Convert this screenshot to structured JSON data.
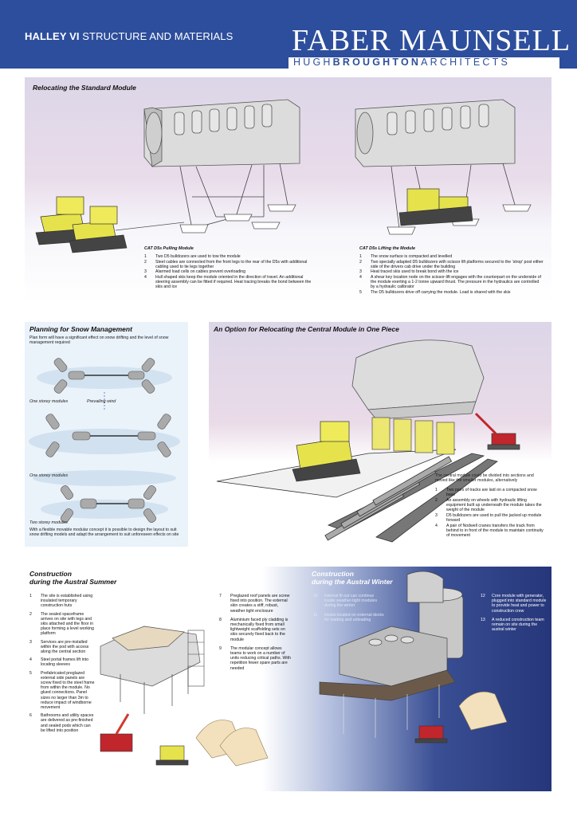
{
  "header": {
    "title_bold": "HALLEY VI",
    "title_rest": " STRUCTURE AND MATERIALS",
    "logo_main": "FABER MAUNSELL",
    "logo_sub_a": "HUGH",
    "logo_sub_b": "BROUGHTON",
    "logo_sub_c": "ARCHITECTS"
  },
  "relocate": {
    "title": "Relocating the Standard Module",
    "left_caption": "CAT D5s Pulling Module",
    "left_items": [
      {
        "n": "1",
        "t": "Two D5 bulldozers are used to tow the module"
      },
      {
        "n": "2",
        "t": "Steel cables are connected from the front legs to the rear of the D5s with additional cabling used to tie legs together"
      },
      {
        "n": "3",
        "t": "Alarmed load cells on cables prevent overloading"
      },
      {
        "n": "4",
        "t": "Hull shaped skis keep the module oriented in the direction of travel. An additional steering assembly can be fitted if required. Heat tracing breaks the bond between the skis and ice"
      }
    ],
    "right_caption": "CAT D5s Lifting the Module",
    "right_items": [
      {
        "n": "1",
        "t": "The snow surface is compacted and levelled"
      },
      {
        "n": "2",
        "t": "Two specially adapted D5 bulldozers with scissor lift platforms secured to the 'strop' post either side of the drivers cab drive under the building"
      },
      {
        "n": "3",
        "t": "Heat traced skis used to break bond with the ice"
      },
      {
        "n": "4",
        "t": "A shear key location node on the scissor-lift engages with the counterpart on the underside of the module exerting a 1-2 tonne upward thrust. The pressure in the hydraulics are controlled by a hydraulic calibrator"
      },
      {
        "n": "5",
        "t": "The D5 bulldozers drive off carrying the module. Load is shared with the skis"
      }
    ]
  },
  "snow": {
    "title": "Planning for Snow Management",
    "intro": "Plan form will have a significant effect on snow drifting and the level of snow management required",
    "label1": "One storey modules",
    "wind": "Prevailing wind",
    "label2": "One storey modules",
    "label3": "Two storey modules",
    "outro": "With a flexible movable modular concept it is possible to design the layout to suit snow drifting models and adapt the arrangement to suit unforeseen effects on site"
  },
  "central": {
    "title": "An Option for Relocating the Central Module in One Piece",
    "intro": "The central module could be divided into sections and moved like the smaller modules, alternatively",
    "items": [
      {
        "n": "1",
        "t": "Two pairs of tracks are laid on a compacted snow base"
      },
      {
        "n": "2",
        "t": "An assembly on wheels with hydraulic lifting equipment built up underneath the module takes the weight of the module"
      },
      {
        "n": "3",
        "t": "D5 bulldozers are used to pull the jacked up module forward"
      },
      {
        "n": "4",
        "t": "A pair of Nodwell cranes transfers the track from behind to in front of the module to maintain continuity of movement"
      }
    ]
  },
  "summer": {
    "title1": "Construction",
    "title2": "during the Austral Summer",
    "col1": [
      {
        "n": "1",
        "t": "The site is established using insulated temporary construction huts"
      },
      {
        "n": "2",
        "t": "The sealed spaceframe arrives on site with legs and skis attached and the floor in place forming a level working platform"
      },
      {
        "n": "3",
        "t": "Services are pre-installed within the pod with access along the central section"
      },
      {
        "n": "4",
        "t": "Steel portal frames lift into locating sleeves"
      },
      {
        "n": "5",
        "t": "Prefabricated preglazed external side panels are screw fixed to the steel frame from within the module. No glued connections. Panel sizes no larger than 3m to reduce impact of windborne movement"
      },
      {
        "n": "6",
        "t": "Bathrooms and utility spaces are delivered as pre-finished and sealed pods which can be lifted into position"
      }
    ],
    "col2": [
      {
        "n": "7",
        "t": "Preglazed roof panels are screw fixed into position. The external skin creates a stiff, robust, weather tight enclosure"
      },
      {
        "n": "8",
        "t": "Aluminium faced ply cladding is mechanically fixed from small lightweight scaffolding sets on skis securely fixed back to the module"
      },
      {
        "n": "9",
        "t": "The modular concept allows teams to work on a number of units reducing critical paths. With repetition fewer spare parts are needed"
      }
    ]
  },
  "winter": {
    "title1": "Construction",
    "title2": "during the Austral Winter",
    "left": [
      {
        "n": "10",
        "t": "Internal fit out can continue inside weather-tight modules during the winter"
      },
      {
        "n": "11",
        "t": "Hoists located on external decks for loading and unloading"
      }
    ],
    "right": [
      {
        "n": "12",
        "t": "Core module with generator, plugged into standard module to provide heat and power to construction crew"
      },
      {
        "n": "13",
        "t": "A reduced construction team remain on site during the austral winter"
      }
    ]
  }
}
